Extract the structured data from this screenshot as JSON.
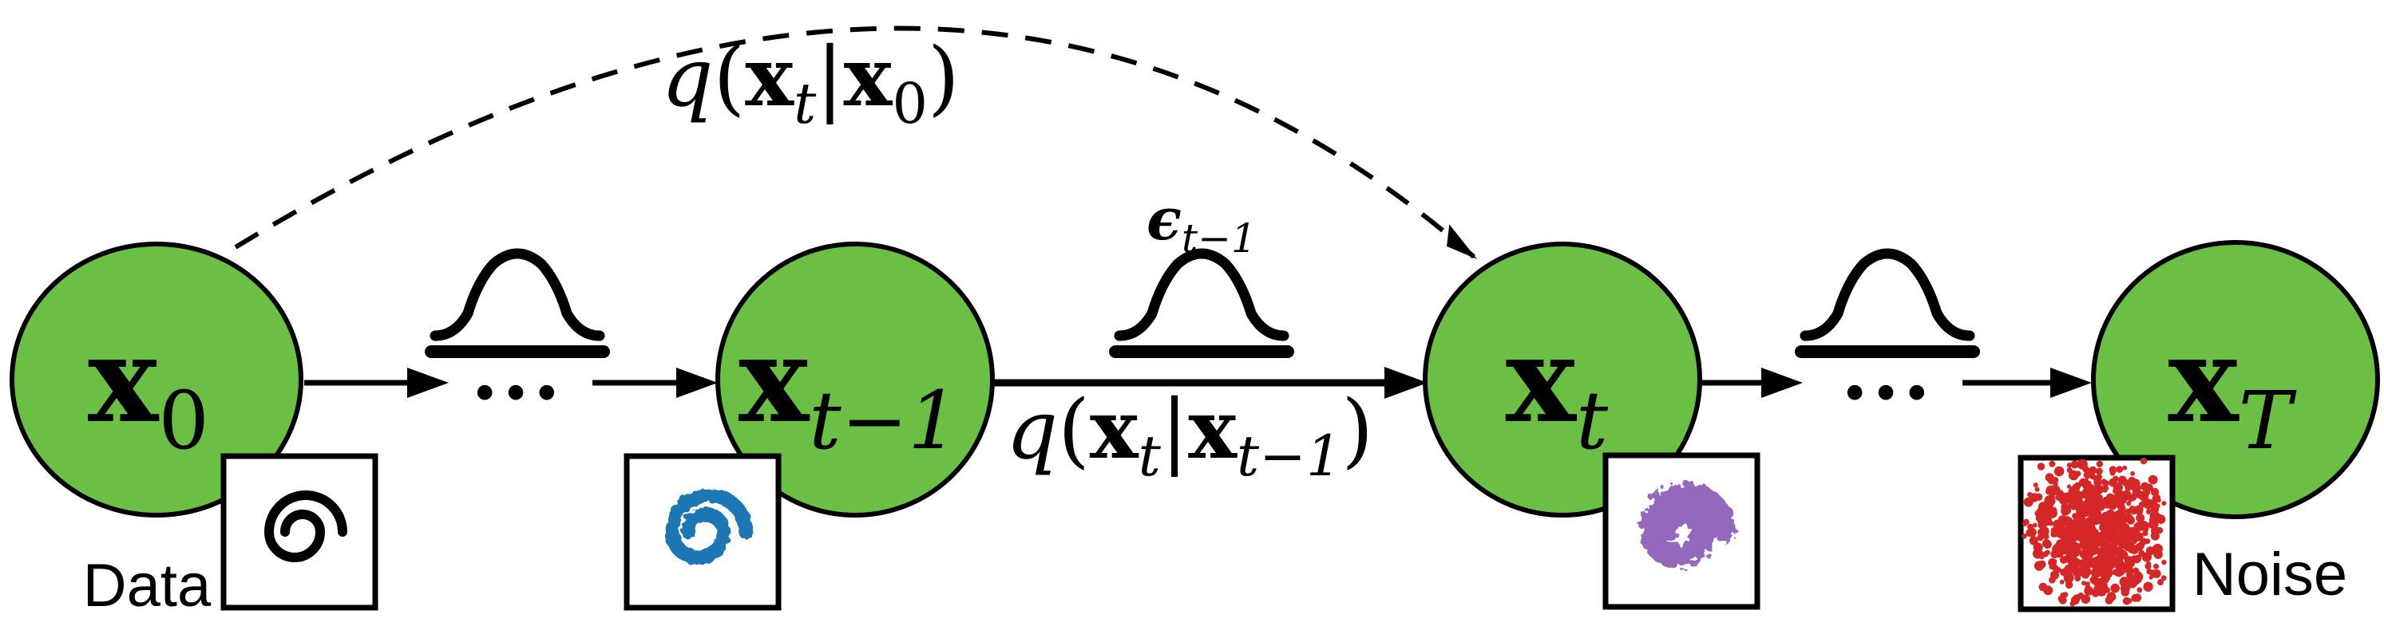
{
  "diagram": {
    "title_semantic": "forward diffusion process",
    "colors": {
      "background": "#ffffff",
      "node_fill": "#6abf44",
      "node_stroke": "#000000",
      "arrow": "#000000",
      "data_spiral": "#000000",
      "blue_spiral": "#1f77b4",
      "purple_spiral": "#9467bd",
      "noise_red": "#d62728"
    },
    "nodes": [
      {
        "main": "x",
        "sub": "0",
        "caption": "Data"
      },
      {
        "main": "x",
        "sub": "t−1"
      },
      {
        "main": "x",
        "sub": "t"
      },
      {
        "main": "x",
        "sub": "T",
        "caption": "Noise"
      }
    ],
    "labels": {
      "dots": "...",
      "epsilon": {
        "sym": "ϵ",
        "sub": "t−1"
      },
      "q_shortcut": {
        "q": "q",
        "open": "(",
        "x1": "x",
        "s1": "t",
        "pipe": "|",
        "x2": "x",
        "s2": "0",
        "close": ")"
      },
      "q_step": {
        "q": "q",
        "open": "(",
        "x1": "x",
        "s1": "t",
        "pipe": "|",
        "x2": "x",
        "s2": "t−1",
        "close": ")"
      }
    }
  }
}
